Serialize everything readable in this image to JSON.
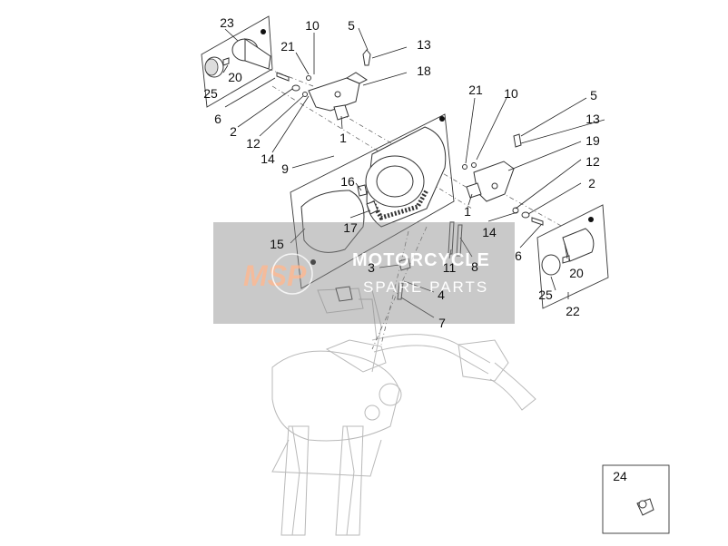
{
  "callouts": [
    {
      "id": "c23a",
      "text": "23"
    },
    {
      "id": "c20a",
      "text": "20"
    },
    {
      "id": "c25a",
      "text": "25"
    },
    {
      "id": "c6a",
      "text": "6"
    },
    {
      "id": "c2a",
      "text": "2"
    },
    {
      "id": "c12a",
      "text": "12"
    },
    {
      "id": "c14a",
      "text": "14"
    },
    {
      "id": "c21a",
      "text": "21"
    },
    {
      "id": "c10a",
      "text": "10"
    },
    {
      "id": "c5a",
      "text": "5"
    },
    {
      "id": "c13a",
      "text": "13"
    },
    {
      "id": "c18",
      "text": "18"
    },
    {
      "id": "c1a",
      "text": "1"
    },
    {
      "id": "c9",
      "text": "9"
    },
    {
      "id": "c21b",
      "text": "21"
    },
    {
      "id": "c10b",
      "text": "10"
    },
    {
      "id": "c5b",
      "text": "5"
    },
    {
      "id": "c13b",
      "text": "13"
    },
    {
      "id": "c19",
      "text": "19"
    },
    {
      "id": "c12b",
      "text": "12"
    },
    {
      "id": "c2b",
      "text": "2"
    },
    {
      "id": "c16",
      "text": "16"
    },
    {
      "id": "c17",
      "text": "17"
    },
    {
      "id": "c15",
      "text": "15"
    },
    {
      "id": "c1b",
      "text": "1"
    },
    {
      "id": "c14b",
      "text": "14"
    },
    {
      "id": "c11",
      "text": "11"
    },
    {
      "id": "c8",
      "text": "8"
    },
    {
      "id": "c6b",
      "text": "6"
    },
    {
      "id": "c3",
      "text": "3"
    },
    {
      "id": "c4",
      "text": "4"
    },
    {
      "id": "c7",
      "text": "7"
    },
    {
      "id": "c20b",
      "text": "20"
    },
    {
      "id": "c25b",
      "text": "25"
    },
    {
      "id": "c22",
      "text": "22"
    },
    {
      "id": "c24",
      "text": "24"
    }
  ],
  "watermark": {
    "logo": "MSP",
    "title": "MOTORCYCLE",
    "subtitle": "SPARE PARTS",
    "colors": {
      "band": "#8a8a8a",
      "logo": "#f3b08a",
      "text": "#ffffff"
    }
  }
}
